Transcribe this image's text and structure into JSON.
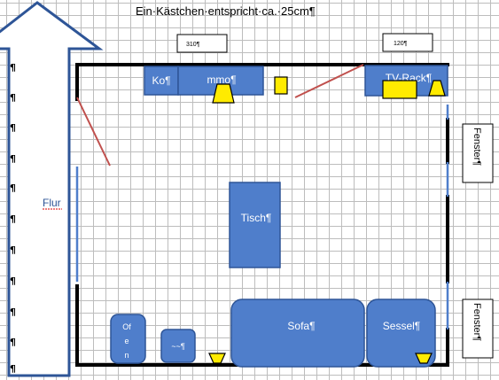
{
  "title": "Ein·Kästchen·entspricht·ca.·25cm¶",
  "hallway": "Flur",
  "pilcrow": "¶",
  "dimensions": {
    "left": "310¶",
    "right": "120¶"
  },
  "windows": {
    "upper": "Fenster¶",
    "lower": "Fenster¶"
  },
  "furniture": {
    "dresser_left": "Ko¶",
    "dresser_right": "mmo¶",
    "tv_rack": "TV-Rack¶",
    "table": "Tisch¶",
    "sofa": "Sofa¶",
    "armchair": "Sessel¶",
    "stove_lines": [
      "Of",
      "e",
      "n"
    ],
    "small_item": "~~¶"
  },
  "colors": {
    "furniture_fill": "#4f7ecb",
    "furniture_stroke": "#2e5597",
    "wall": "#000000",
    "door_opening": "#4f7ecb",
    "door_swing": "#c0504d",
    "lamp": "#ffeb00"
  }
}
